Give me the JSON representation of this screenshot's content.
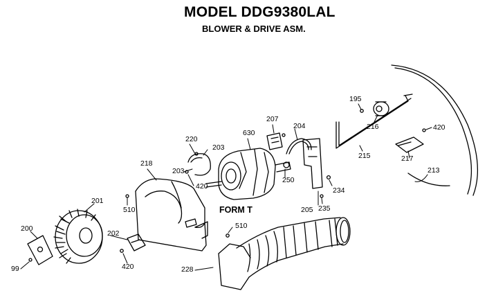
{
  "title": "MODEL DDG9380LAL",
  "subtitle": "BLOWER & DRIVE ASM.",
  "form_label": "FORM T",
  "callouts": {
    "c195": "195",
    "c216": "216",
    "c420a": "420",
    "c207": "207",
    "c204": "204",
    "c630": "630",
    "c220": "220",
    "c203a": "203",
    "c218": "218",
    "c203b": "203",
    "c420b": "420",
    "c250": "250",
    "c215": "215",
    "c217": "217",
    "c213": "213",
    "c510a": "510",
    "c201": "201",
    "c234": "234",
    "c205": "205",
    "c235": "235",
    "c200": "200",
    "c202": "202",
    "c510b": "510",
    "c99": "99",
    "c420c": "420",
    "c228": "228"
  }
}
